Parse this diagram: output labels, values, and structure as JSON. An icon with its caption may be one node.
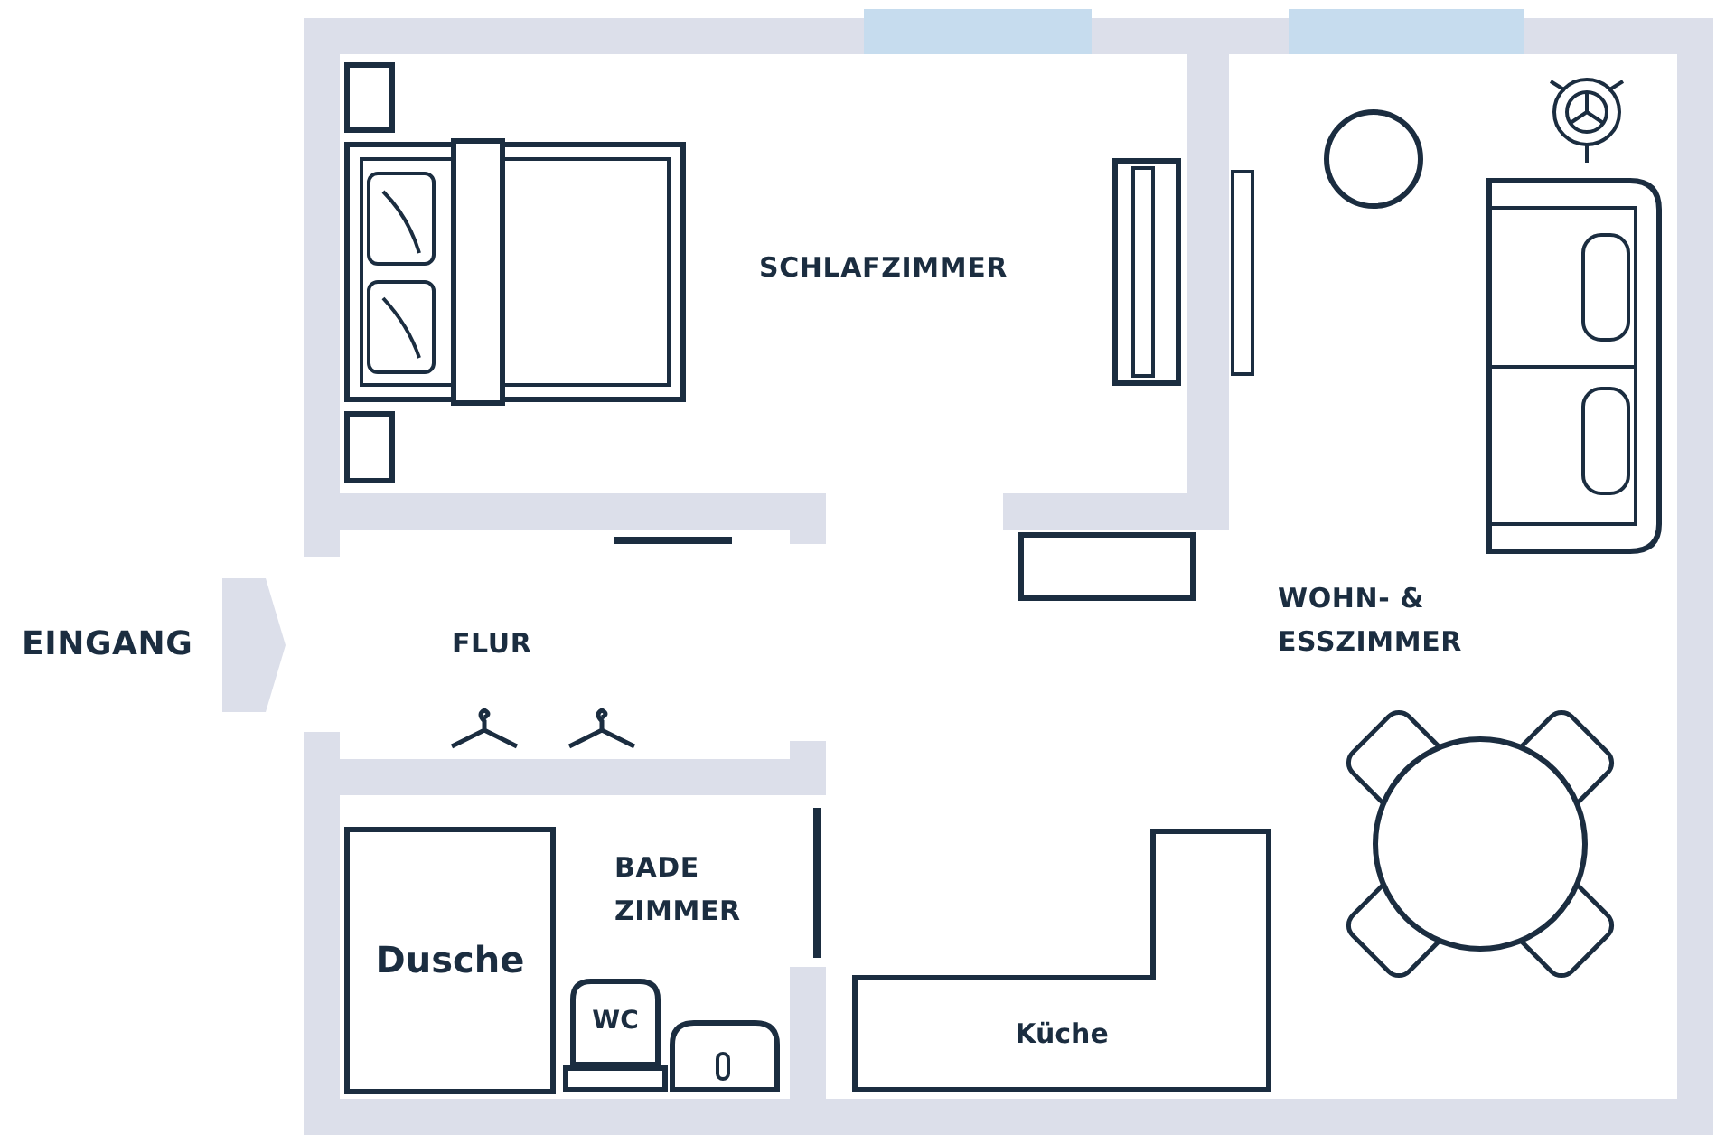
{
  "diagram": {
    "nodes": [
      {
        "text": [
          "Dusche"
        ]
      },
      {
        "text": [
          "WC"
        ]
      },
      {
        "text": [
          "Küche"
        ]
      }
    ],
    "labels": [
      "SCHLAFZIMMER",
      "EINGANG",
      "FLUR",
      "WOHN- & ESSZIMMER",
      "BADE ZIMMER"
    ]
  }
}
